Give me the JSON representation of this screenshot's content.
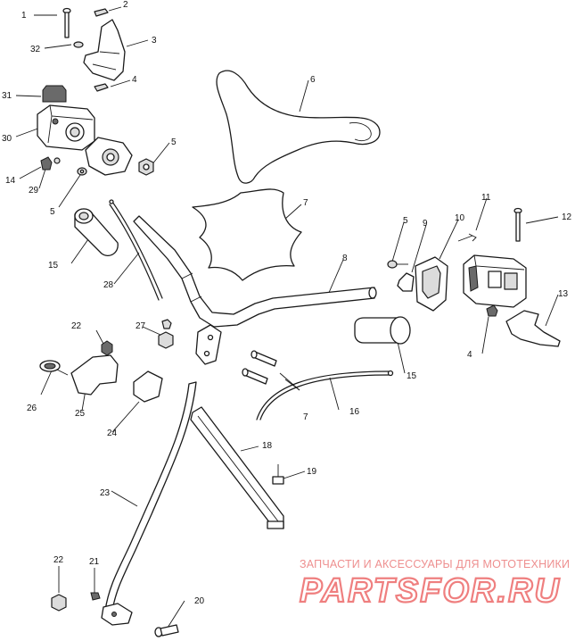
{
  "part_labels": {
    "p1": "1",
    "p2": "2",
    "p3": "3",
    "p4a": "4",
    "p4b": "4",
    "p5a": "5",
    "p5b": "5",
    "p5c": "5",
    "p6": "6",
    "p7a": "7",
    "p7b": "7",
    "p8": "8",
    "p9": "9",
    "p10": "10",
    "p11": "11",
    "p12": "12",
    "p13": "13",
    "p14": "14",
    "p15a": "15",
    "p15b": "15",
    "p16": "16",
    "p18": "18",
    "p19": "19",
    "p20": "20",
    "p21": "21",
    "p22a": "22",
    "p22b": "22",
    "p23": "23",
    "p24": "24",
    "p25": "25",
    "p26": "26",
    "p27": "27",
    "p28": "28",
    "p29": "29",
    "p30": "30",
    "p31": "31",
    "p32": "32"
  },
  "watermark": {
    "tagline": "ЗАПЧАСТИ И АКСЕССУАРЫ ДЛЯ МОТОТЕХНИКИ",
    "logo": "PARTSFOR.RU"
  },
  "colors": {
    "line": "#1a1a1a",
    "watermark": "#ef7f7f"
  }
}
